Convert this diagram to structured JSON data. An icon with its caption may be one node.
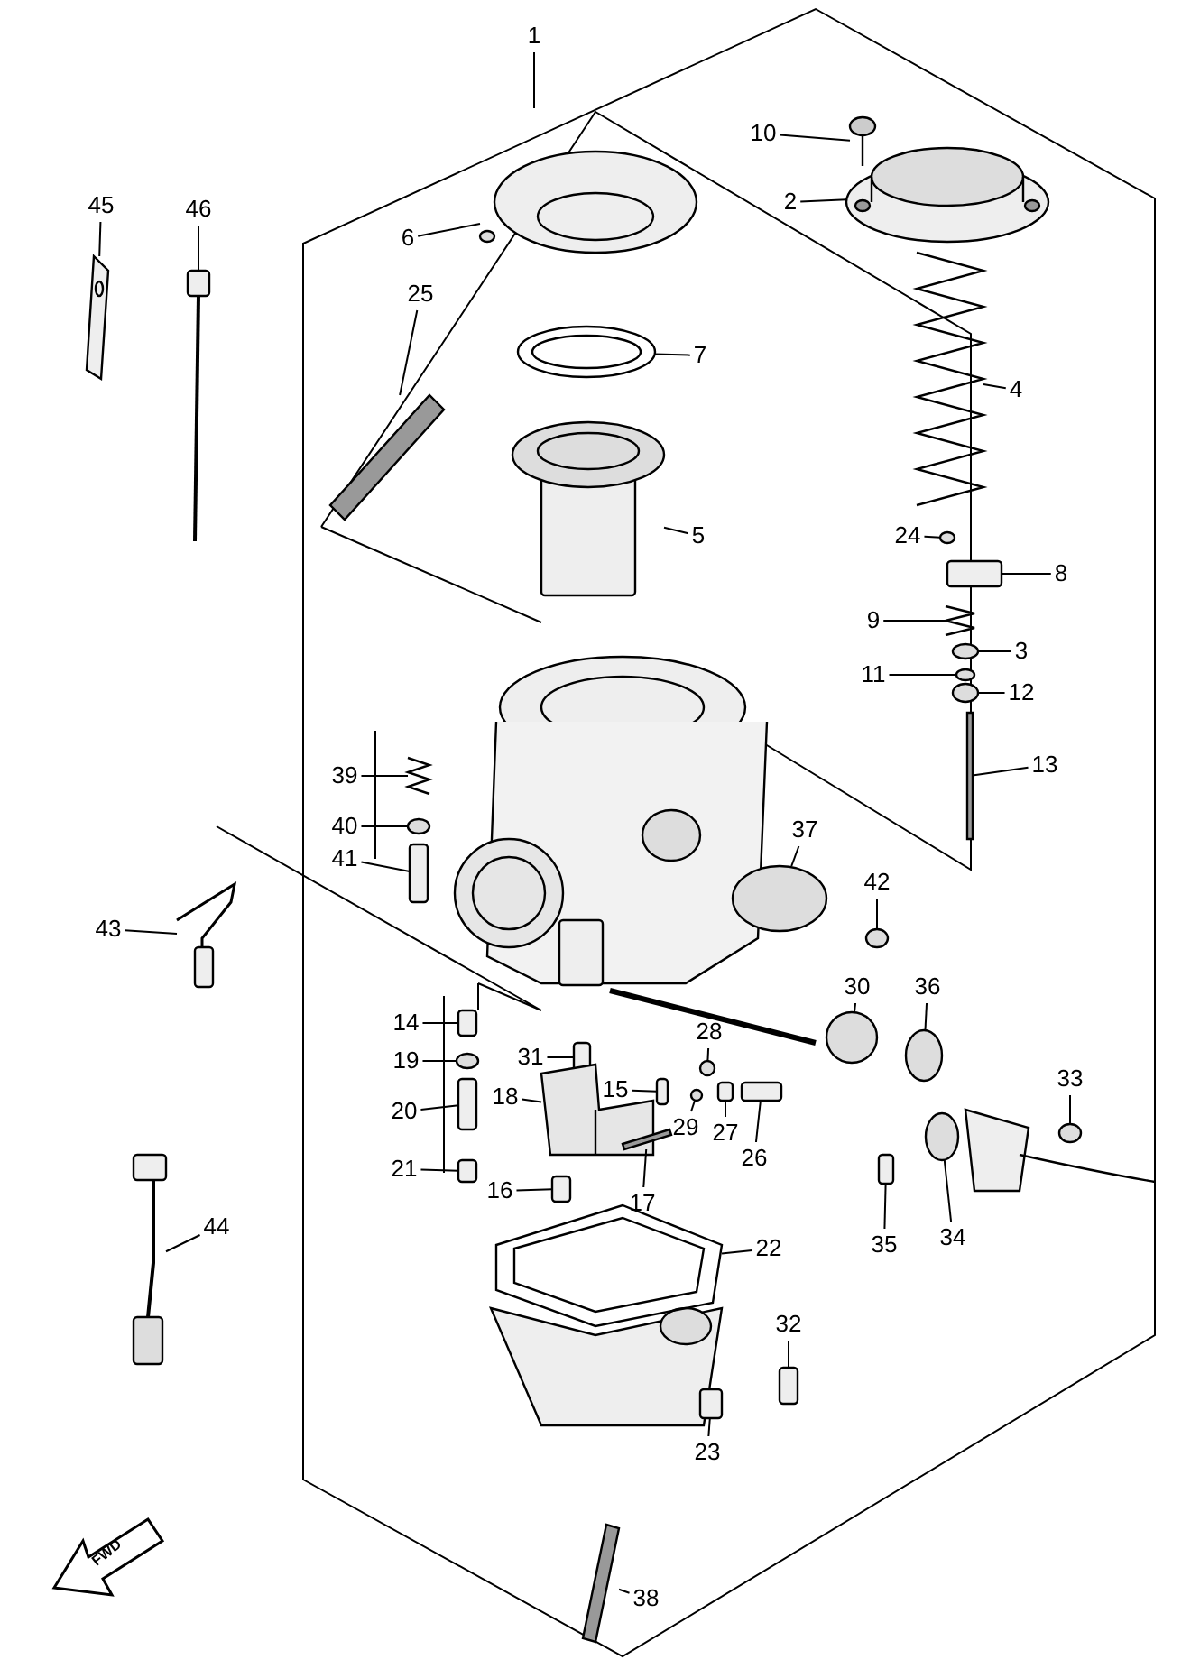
{
  "diagram": {
    "nodes": [
      {
        "text": [
          "1"
        ]
      },
      {
        "text": [
          "10"
        ]
      },
      {
        "text": [
          "2"
        ]
      },
      {
        "text": [
          "6"
        ]
      },
      {
        "text": [
          "7"
        ]
      },
      {
        "text": [
          "25"
        ]
      },
      {
        "text": [
          "4"
        ]
      },
      {
        "text": [
          "5"
        ]
      },
      {
        "text": [
          "45"
        ]
      },
      {
        "text": [
          "46"
        ]
      },
      {
        "text": [
          "24"
        ]
      },
      {
        "text": [
          "8"
        ]
      },
      {
        "text": [
          "9"
        ]
      },
      {
        "text": [
          "3"
        ]
      },
      {
        "text": [
          "11"
        ]
      },
      {
        "text": [
          "12"
        ]
      },
      {
        "text": [
          "13"
        ]
      },
      {
        "text": [
          "39"
        ]
      },
      {
        "text": [
          "40"
        ]
      },
      {
        "text": [
          "41"
        ]
      },
      {
        "text": [
          "37"
        ]
      },
      {
        "text": [
          "42"
        ]
      },
      {
        "text": [
          "43"
        ]
      },
      {
        "text": [
          "30"
        ]
      },
      {
        "text": [
          "36"
        ]
      },
      {
        "text": [
          "14"
        ]
      },
      {
        "text": [
          "19"
        ]
      },
      {
        "text": [
          "31"
        ]
      },
      {
        "text": [
          "28"
        ]
      },
      {
        "text": [
          "33"
        ]
      },
      {
        "text": [
          "20"
        ]
      },
      {
        "text": [
          "18"
        ]
      },
      {
        "text": [
          "15"
        ]
      },
      {
        "text": [
          "29"
        ]
      },
      {
        "text": [
          "27"
        ]
      },
      {
        "text": [
          "26"
        ]
      },
      {
        "text": [
          "21"
        ]
      },
      {
        "text": [
          "16"
        ]
      },
      {
        "text": [
          "17"
        ]
      },
      {
        "text": [
          "35"
        ]
      },
      {
        "text": [
          "34"
        ]
      },
      {
        "text": [
          "44"
        ]
      },
      {
        "text": [
          "22"
        ]
      },
      {
        "text": [
          "32"
        ]
      },
      {
        "text": [
          "23"
        ]
      },
      {
        "text": [
          "38"
        ]
      },
      {
        "text": [],
        "shape": "picture"
      },
      {
        "text": [],
        "shape": "picture"
      },
      {
        "text": [],
        "shape": "picture"
      },
      {
        "text": [],
        "shape": "picture"
      },
      {
        "text": [],
        "shape": "bar"
      },
      {
        "text": [],
        "shape": "picture"
      },
      {
        "text": [],
        "shape": "picture"
      },
      {
        "text": [],
        "shape": "picture"
      },
      {
        "text": [],
        "shape": "picture"
      },
      {
        "text": [],
        "shape": "circle"
      },
      {
        "text": [],
        "shape": "box"
      },
      {
        "text": [],
        "shape": "picture"
      },
      {
        "text": [],
        "shape": "circle"
      },
      {
        "text": [],
        "shape": "circle"
      },
      {
        "text": [],
        "shape": "circle"
      },
      {
        "text": [],
        "shape": "bar"
      },
      {
        "text": [],
        "shape": "picture"
      },
      {
        "text": [],
        "shape": "circle"
      },
      {
        "text": [],
        "shape": "box"
      },
      {
        "text": [],
        "shape": "circle"
      },
      {
        "text": [],
        "shape": "circle"
      },
      {
        "text": [],
        "shape": "picture"
      },
      {
        "text": [],
        "shape": "circle"
      },
      {
        "text": [],
        "shape": "circle"
      },
      {
        "text": [],
        "shape": "box"
      },
      {
        "text": [],
        "shape": "circle"
      },
      {
        "text": [],
        "shape": "box"
      },
      {
        "text": [],
        "shape": "circle"
      },
      {
        "text": [],
        "shape": "circle"
      },
      {
        "text": [],
        "shape": "box"
      },
      {
        "text": [],
        "shape": "picture"
      },
      {
        "text": [],
        "shape": "box"
      },
      {
        "text": [],
        "shape": "circle"
      },
      {
        "text": [],
        "shape": "box"
      },
      {
        "text": [],
        "shape": "box"
      },
      {
        "text": [],
        "shape": "box"
      },
      {
        "text": [],
        "shape": "box"
      },
      {
        "text": [],
        "shape": "bar"
      },
      {
        "text": [],
        "shape": "box"
      },
      {
        "text": [],
        "shape": "circle"
      },
      {
        "text": [],
        "shape": "picture"
      },
      {
        "text": [],
        "shape": "picture"
      },
      {
        "text": [],
        "shape": "box"
      },
      {
        "text": [],
        "shape": "box"
      },
      {
        "text": [],
        "shape": "bar"
      }
    ],
    "edges": [
      {
        "from": 0,
        "to": null,
        "arrow": "none"
      },
      {
        "from": 1,
        "to": 46,
        "arrow": "none"
      },
      {
        "from": 2,
        "to": 47,
        "arrow": "none"
      },
      {
        "from": 3,
        "to": 48,
        "arrow": "none"
      },
      {
        "from": 4,
        "to": 49,
        "arrow": "none"
      },
      {
        "from": 5,
        "to": 50,
        "arrow": "none"
      },
      {
        "from": 6,
        "to": 51,
        "arrow": "none"
      },
      {
        "from": 7,
        "to": 52,
        "arrow": "none"
      },
      {
        "from": 8,
        "to": 53,
        "arrow": "none"
      },
      {
        "from": 9,
        "to": 54,
        "arrow": "none"
      },
      {
        "from": 10,
        "to": 55,
        "arrow": "none"
      },
      {
        "from": 11,
        "to": 56,
        "arrow": "none"
      },
      {
        "from": 12,
        "to": 57,
        "arrow": "none"
      },
      {
        "from": 13,
        "to": 58,
        "arrow": "none"
      },
      {
        "from": 14,
        "to": 59,
        "arrow": "none"
      },
      {
        "from": 15,
        "to": 60,
        "arrow": "none"
      },
      {
        "from": 16,
        "to": 61,
        "arrow": "none"
      },
      {
        "from": 17,
        "to": 62,
        "arrow": "none"
      },
      {
        "from": 18,
        "to": 63,
        "arrow": "none"
      },
      {
        "from": 19,
        "to": 64,
        "arrow": "none"
      },
      {
        "from": 20,
        "to": 65,
        "arrow": "none"
      },
      {
        "from": 21,
        "to": 66,
        "arrow": "none"
      },
      {
        "from": 22,
        "to": 67,
        "arrow": "none"
      },
      {
        "from": 23,
        "to": 68,
        "arrow": "none"
      },
      {
        "from": 24,
        "to": 69,
        "arrow": "none"
      },
      {
        "from": 25,
        "to": 70,
        "arrow": "none"
      },
      {
        "from": 26,
        "to": 71,
        "arrow": "none"
      },
      {
        "from": 27,
        "to": 72,
        "arrow": "none"
      },
      {
        "from": 28,
        "to": 73,
        "arrow": "none"
      },
      {
        "from": 29,
        "to": 74,
        "arrow": "none"
      },
      {
        "from": 30,
        "to": 75,
        "arrow": "none"
      },
      {
        "from": 31,
        "to": 76,
        "arrow": "none"
      },
      {
        "from": 32,
        "to": 77,
        "arrow": "none"
      },
      {
        "from": 33,
        "to": 78,
        "arrow": "none"
      },
      {
        "from": 34,
        "to": 79,
        "arrow": "none"
      },
      {
        "from": 35,
        "to": 80,
        "arrow": "none"
      },
      {
        "from": 36,
        "to": 81,
        "arrow": "none"
      },
      {
        "from": 37,
        "to": 82,
        "arrow": "none"
      },
      {
        "from": 38,
        "to": 83,
        "arrow": "none"
      },
      {
        "from": 39,
        "to": 84,
        "arrow": "none"
      },
      {
        "from": 40,
        "to": 85,
        "arrow": "none"
      },
      {
        "from": 41,
        "to": 86,
        "arrow": "none"
      },
      {
        "from": 42,
        "to": 87,
        "arrow": "none"
      },
      {
        "from": 43,
        "to": 88,
        "arrow": "none"
      },
      {
        "from": 44,
        "to": 89,
        "arrow": "none"
      },
      {
        "from": 45,
        "to": 90,
        "arrow": "none"
      }
    ],
    "labels": [
      "FWD"
    ]
  }
}
